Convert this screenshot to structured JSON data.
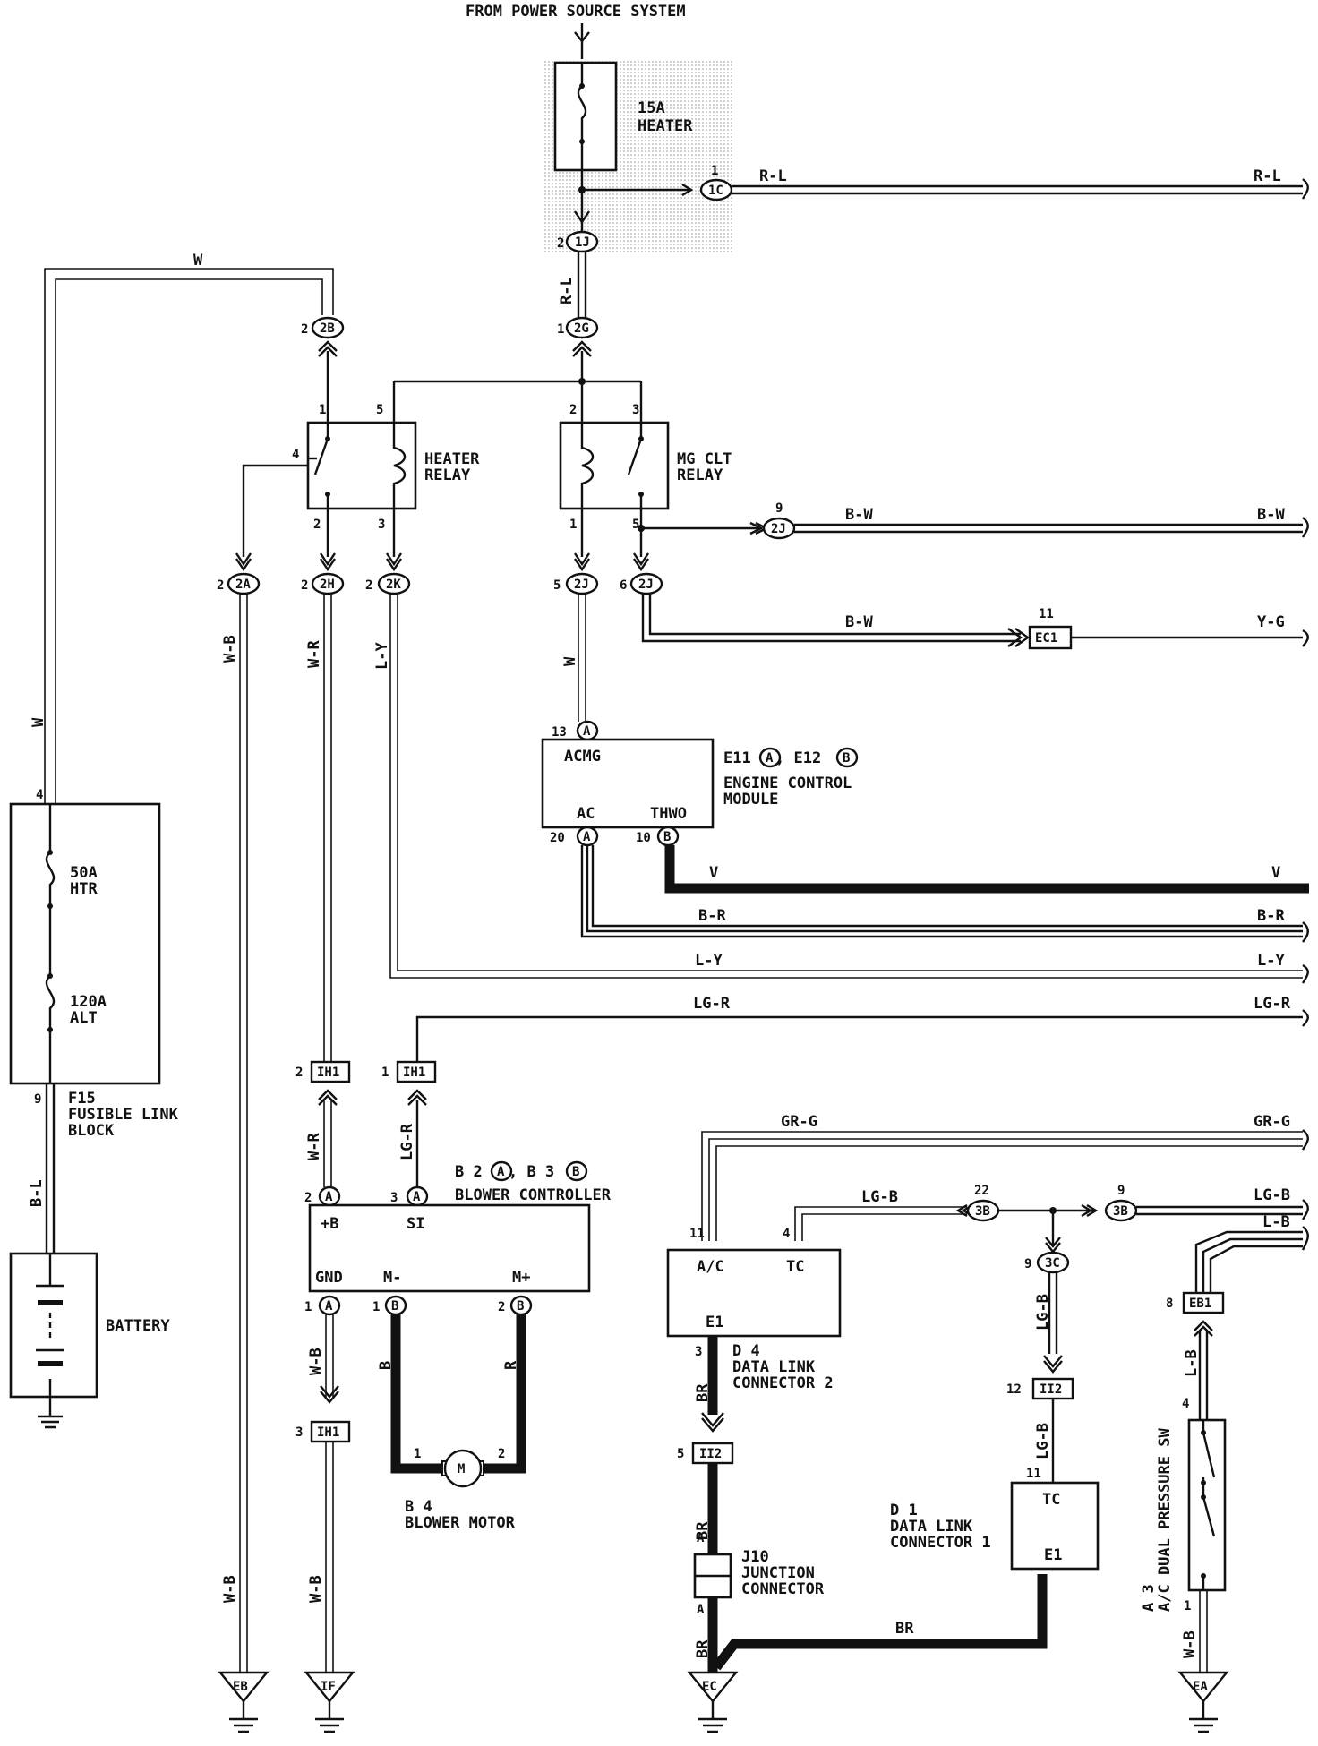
{
  "power_source": "FROM POWER SOURCE SYSTEM",
  "fuse_heater": {
    "rating": "15A",
    "name": "HEATER"
  },
  "wire_colors": {
    "rl": "R-L",
    "w": "W",
    "bw": "B-W",
    "yg": "Y-G",
    "wb": "W-B",
    "wr": "W-R",
    "ly": "L-Y",
    "v": "V",
    "br_r": "B-R",
    "lgr": "LG-R",
    "grg": "GR-G",
    "lgb": "LG-B",
    "lb": "L-B",
    "bl": "B-L",
    "b": "B",
    "r": "R",
    "br": "BR"
  },
  "components": {
    "heater_relay": [
      "HEATER",
      "RELAY"
    ],
    "mg_clt_relay": [
      "MG CLT",
      "RELAY"
    ],
    "ecm": {
      "ref": "E11",
      "ref_a": "A",
      "ref_b": "B",
      "ref2": ", E12",
      "name1": "ENGINE CONTROL",
      "name2": "MODULE",
      "pin_acmg": "ACMG",
      "pin_ac": "AC",
      "pin_thwo": "THWO"
    },
    "fusible_link": {
      "ref": "F15",
      "name1": "FUSIBLE LINK",
      "name2": "BLOCK",
      "fuse1_rating": "50A",
      "fuse1_name": "HTR",
      "fuse2_rating": "120A",
      "fuse2_name": "ALT"
    },
    "battery": "BATTERY",
    "blower_controller": {
      "ref": "B 2",
      "ref2": ", B 3",
      "ref_a": "A",
      "ref_b": "B",
      "name": "BLOWER CONTROLLER",
      "pin_b": "+B",
      "pin_si": "SI",
      "pin_gnd": "GND",
      "pin_mm": "M-",
      "pin_mp": "M+"
    },
    "blower_motor": {
      "ref": "B 4",
      "name": "BLOWER MOTOR",
      "symbol": "M"
    },
    "dlc2": {
      "ref": "D 4",
      "name1": "DATA LINK",
      "name2": "CONNECTOR 2",
      "pin_ac": "A/C",
      "pin_tc": "TC",
      "pin_e1": "E1"
    },
    "dlc1": {
      "ref": "D 1",
      "name1": "DATA LINK",
      "name2": "CONNECTOR 1",
      "pin_tc": "TC",
      "pin_e1": "E1"
    },
    "junction": {
      "ref": "J10",
      "name1": "JUNCTION",
      "name2": "CONNECTOR",
      "pin_a": "A"
    },
    "dual_pressure_sw": {
      "ref": "A 3",
      "name": "A/C DUAL PRESSURE SW"
    }
  },
  "connectors": {
    "c1c": "1C",
    "c1j": "1J",
    "c2g": "2G",
    "c2b": "2B",
    "c2j": "2J",
    "c2a": "2A",
    "c2h": "2H",
    "c2k": "2K",
    "cec1": "EC1",
    "cih1": "IH1",
    "c3b": "3B",
    "c3c": "3C",
    "ci12": "II2",
    "ceb1": "EB1"
  },
  "grounds": {
    "eb": "EB",
    "if": "IF",
    "ec": "EC",
    "ea": "EA"
  },
  "pins": {
    "p1": "1",
    "p2": "2",
    "p3": "3",
    "p4": "4",
    "p5": "5",
    "p6": "6",
    "p8": "8",
    "p9": "9",
    "p10": "10",
    "p11": "11",
    "p12": "12",
    "p13": "13",
    "p20": "20",
    "p22": "22"
  }
}
